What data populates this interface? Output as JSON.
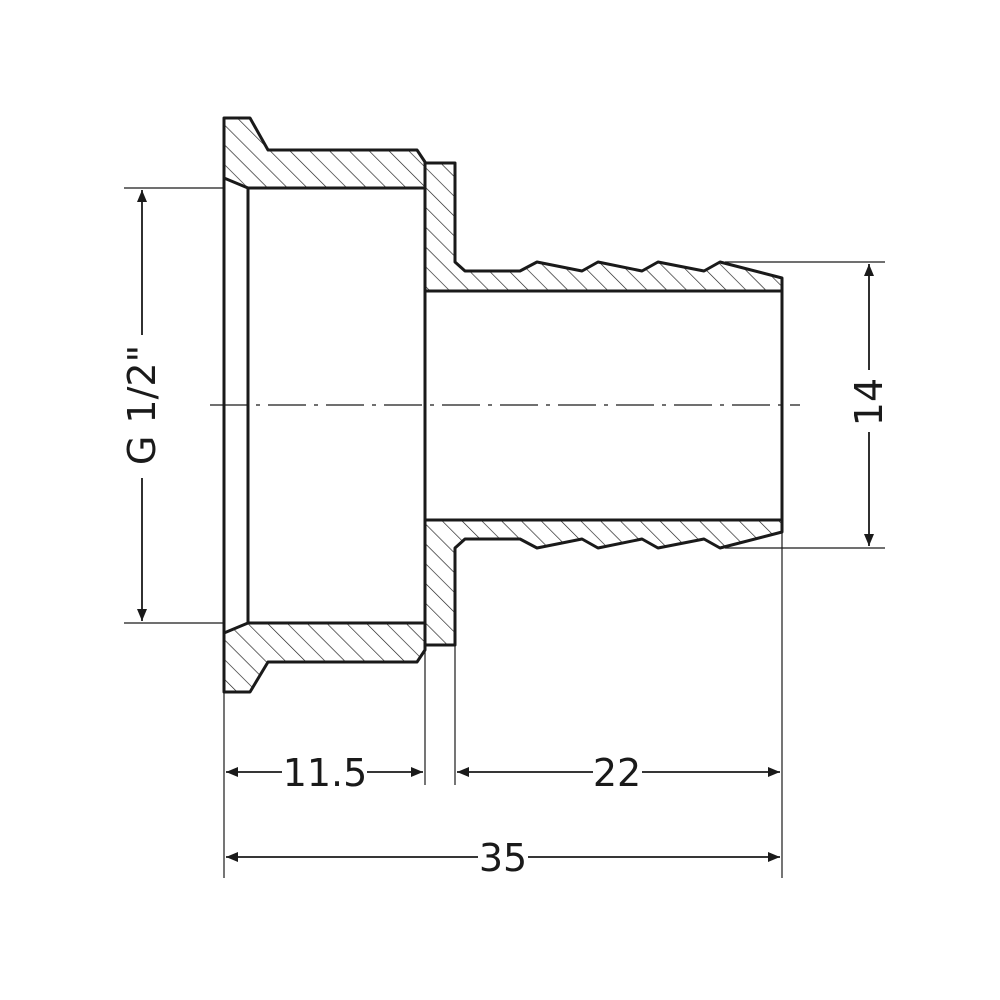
{
  "drawing": {
    "colors": {
      "line": "#1a1a1a",
      "background": "#ffffff"
    },
    "dimensions": {
      "thread_label": "G 1/2\"",
      "thread_length": "11.5",
      "barb_length": "22",
      "total_length": "35",
      "barb_diameter": "14"
    }
  }
}
